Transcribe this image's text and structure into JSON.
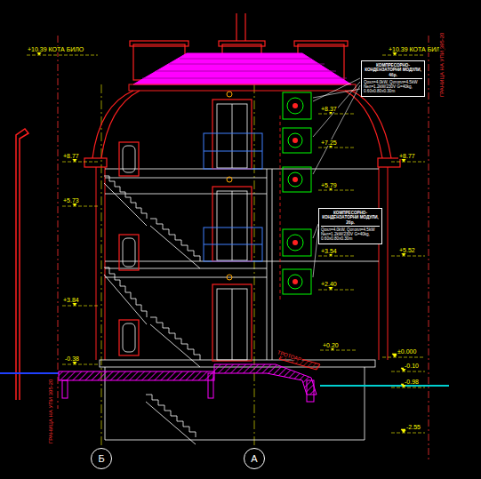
{
  "diagram": {
    "nodes": [
      {
        "text": [
          "КОМПРЕСОРНО-КОНДЕНЗАТОРНИ МОДУЛИ, 4бр.",
          "Qохл=4.0kW, Qотопл=4.5kW Nел=1.2kW/230V G=40kg, 0.60x0.80x0.30m"
        ]
      },
      {
        "text": [
          "КОМПРЕСОРНО-КОНДЕНЗАТОРНИ МОДУЛИ, 2бр.",
          "Qохл=4.0kW, Qотопл=4.5kW Nел=1.2kW/230V G=40kg, 0.60x0.80x0.30m"
        ]
      },
      {
        "text": [
          "Б"
        ]
      },
      {
        "text": [
          "А"
        ]
      }
    ],
    "labels": [
      "+10.39 КОТА БИЛО",
      "+10.39 КОТА БИЛО",
      "+8.77",
      "+8.77",
      "+5.73",
      "+5.52",
      "+3.84",
      "-0.38",
      "±0.000",
      "-0.10",
      "-0.98",
      "-2.55",
      "+8.37",
      "+7.25",
      "+5.79",
      "+3.54",
      "+2.40",
      "+0.20",
      "ГРАНИЦА НА УПИ 395-20",
      "ГРАНИЦА НА УПИ 395-20",
      "ТРОТОАР"
    ]
  }
}
